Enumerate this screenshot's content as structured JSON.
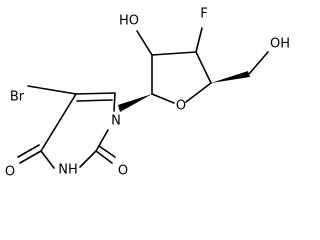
{
  "molecule": {
    "atoms": {
      "br": "Br",
      "n1": "N",
      "nh": "NH",
      "o_c4": "O",
      "o_c2": "O",
      "ring_o": "O",
      "ho_2prime": "HO",
      "f_3prime": "F",
      "oh_5prime": "OH"
    }
  },
  "colors": {
    "bond": "#000000",
    "background": "#ffffff"
  }
}
